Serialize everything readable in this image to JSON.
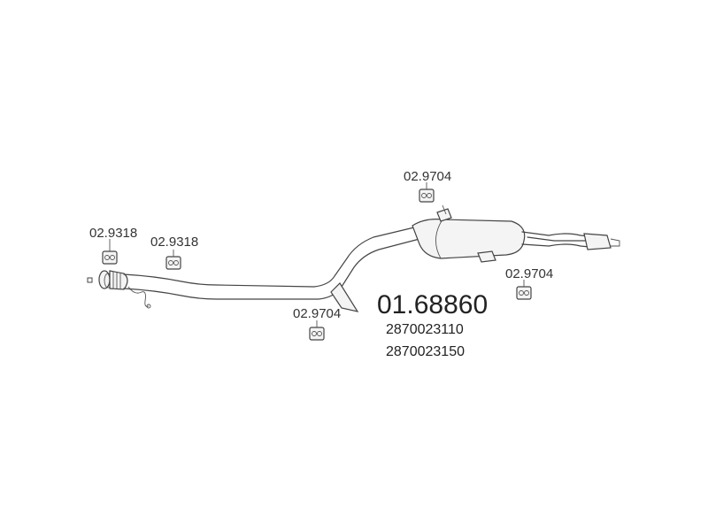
{
  "diagram": {
    "main_part_number": "01.68860",
    "oem_numbers": [
      "2870023110",
      "2870023150"
    ],
    "hanger_labels": {
      "front_left": "02.9318",
      "front_right": "02.9318",
      "middle": "02.9704",
      "rear_top": "02.9704",
      "rear_right": "02.9704"
    }
  }
}
